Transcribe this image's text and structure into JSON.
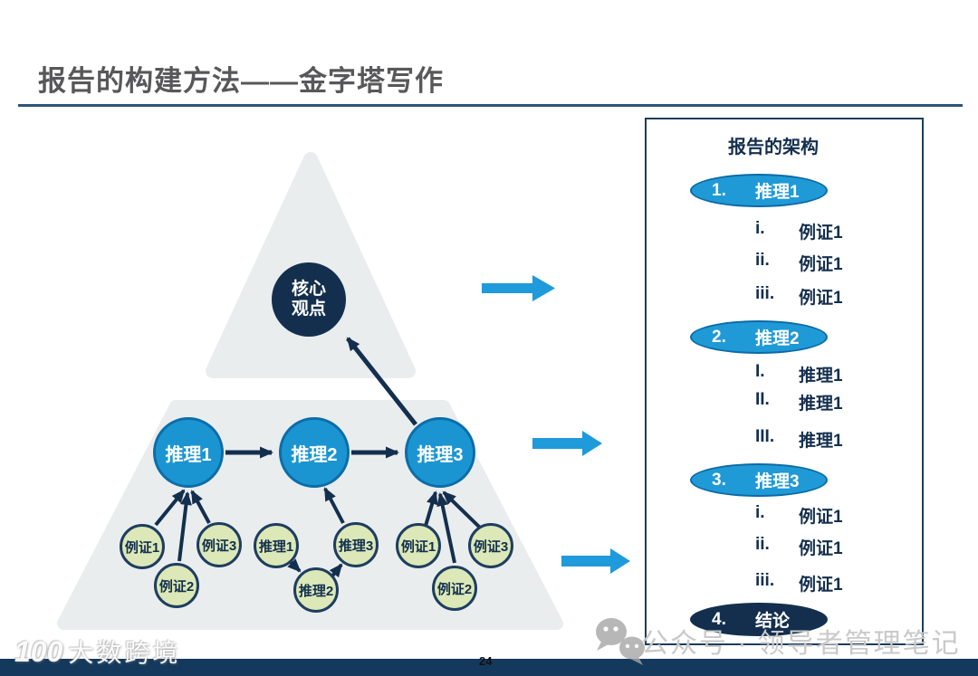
{
  "header": {
    "title": "报告的构建方法——金字塔写作"
  },
  "pyramid": {
    "core": {
      "line1": "核心",
      "line2": "观点"
    },
    "level2": [
      "推理1",
      "推理2",
      "推理3"
    ],
    "groups": [
      {
        "items": [
          "例证1",
          "例证2",
          "例证3"
        ]
      },
      {
        "items": [
          "推理1",
          "推理2",
          "推理3"
        ]
      },
      {
        "items": [
          "例证1",
          "例证2",
          "例证3"
        ]
      }
    ]
  },
  "panel": {
    "title": "报告的架构",
    "sections": [
      {
        "num": "1.",
        "label": "推理1",
        "items": [
          {
            "num": "i.",
            "label": "例证1"
          },
          {
            "num": "ii.",
            "label": "例证1"
          },
          {
            "num": "iii.",
            "label": "例证1"
          }
        ]
      },
      {
        "num": "2.",
        "label": "推理2",
        "items": [
          {
            "num": "I.",
            "label": "推理1"
          },
          {
            "num": "II.",
            "label": "推理1"
          },
          {
            "num": "III.",
            "label": "推理1"
          }
        ]
      },
      {
        "num": "3.",
        "label": "推理3",
        "items": [
          {
            "num": "i.",
            "label": "例证1"
          },
          {
            "num": "ii.",
            "label": "例证1"
          },
          {
            "num": "iii.",
            "label": "例证1"
          }
        ]
      },
      {
        "num": "4.",
        "label": "结论",
        "items": []
      }
    ]
  },
  "footer": {
    "page_number": "24",
    "watermark": "公众号 · 领导者管理笔记",
    "brand_mark": "100",
    "brand_text": "大数跨境"
  },
  "colors": {
    "accent_blue": "#1b95d1",
    "arrow_blue": "#1f9ada",
    "navy": "#142f4e",
    "green_fill": "#dce8b7",
    "pyramid_gray": "#e9edee",
    "bottom_bar": "#14395c",
    "title_gray": "#58585a"
  }
}
